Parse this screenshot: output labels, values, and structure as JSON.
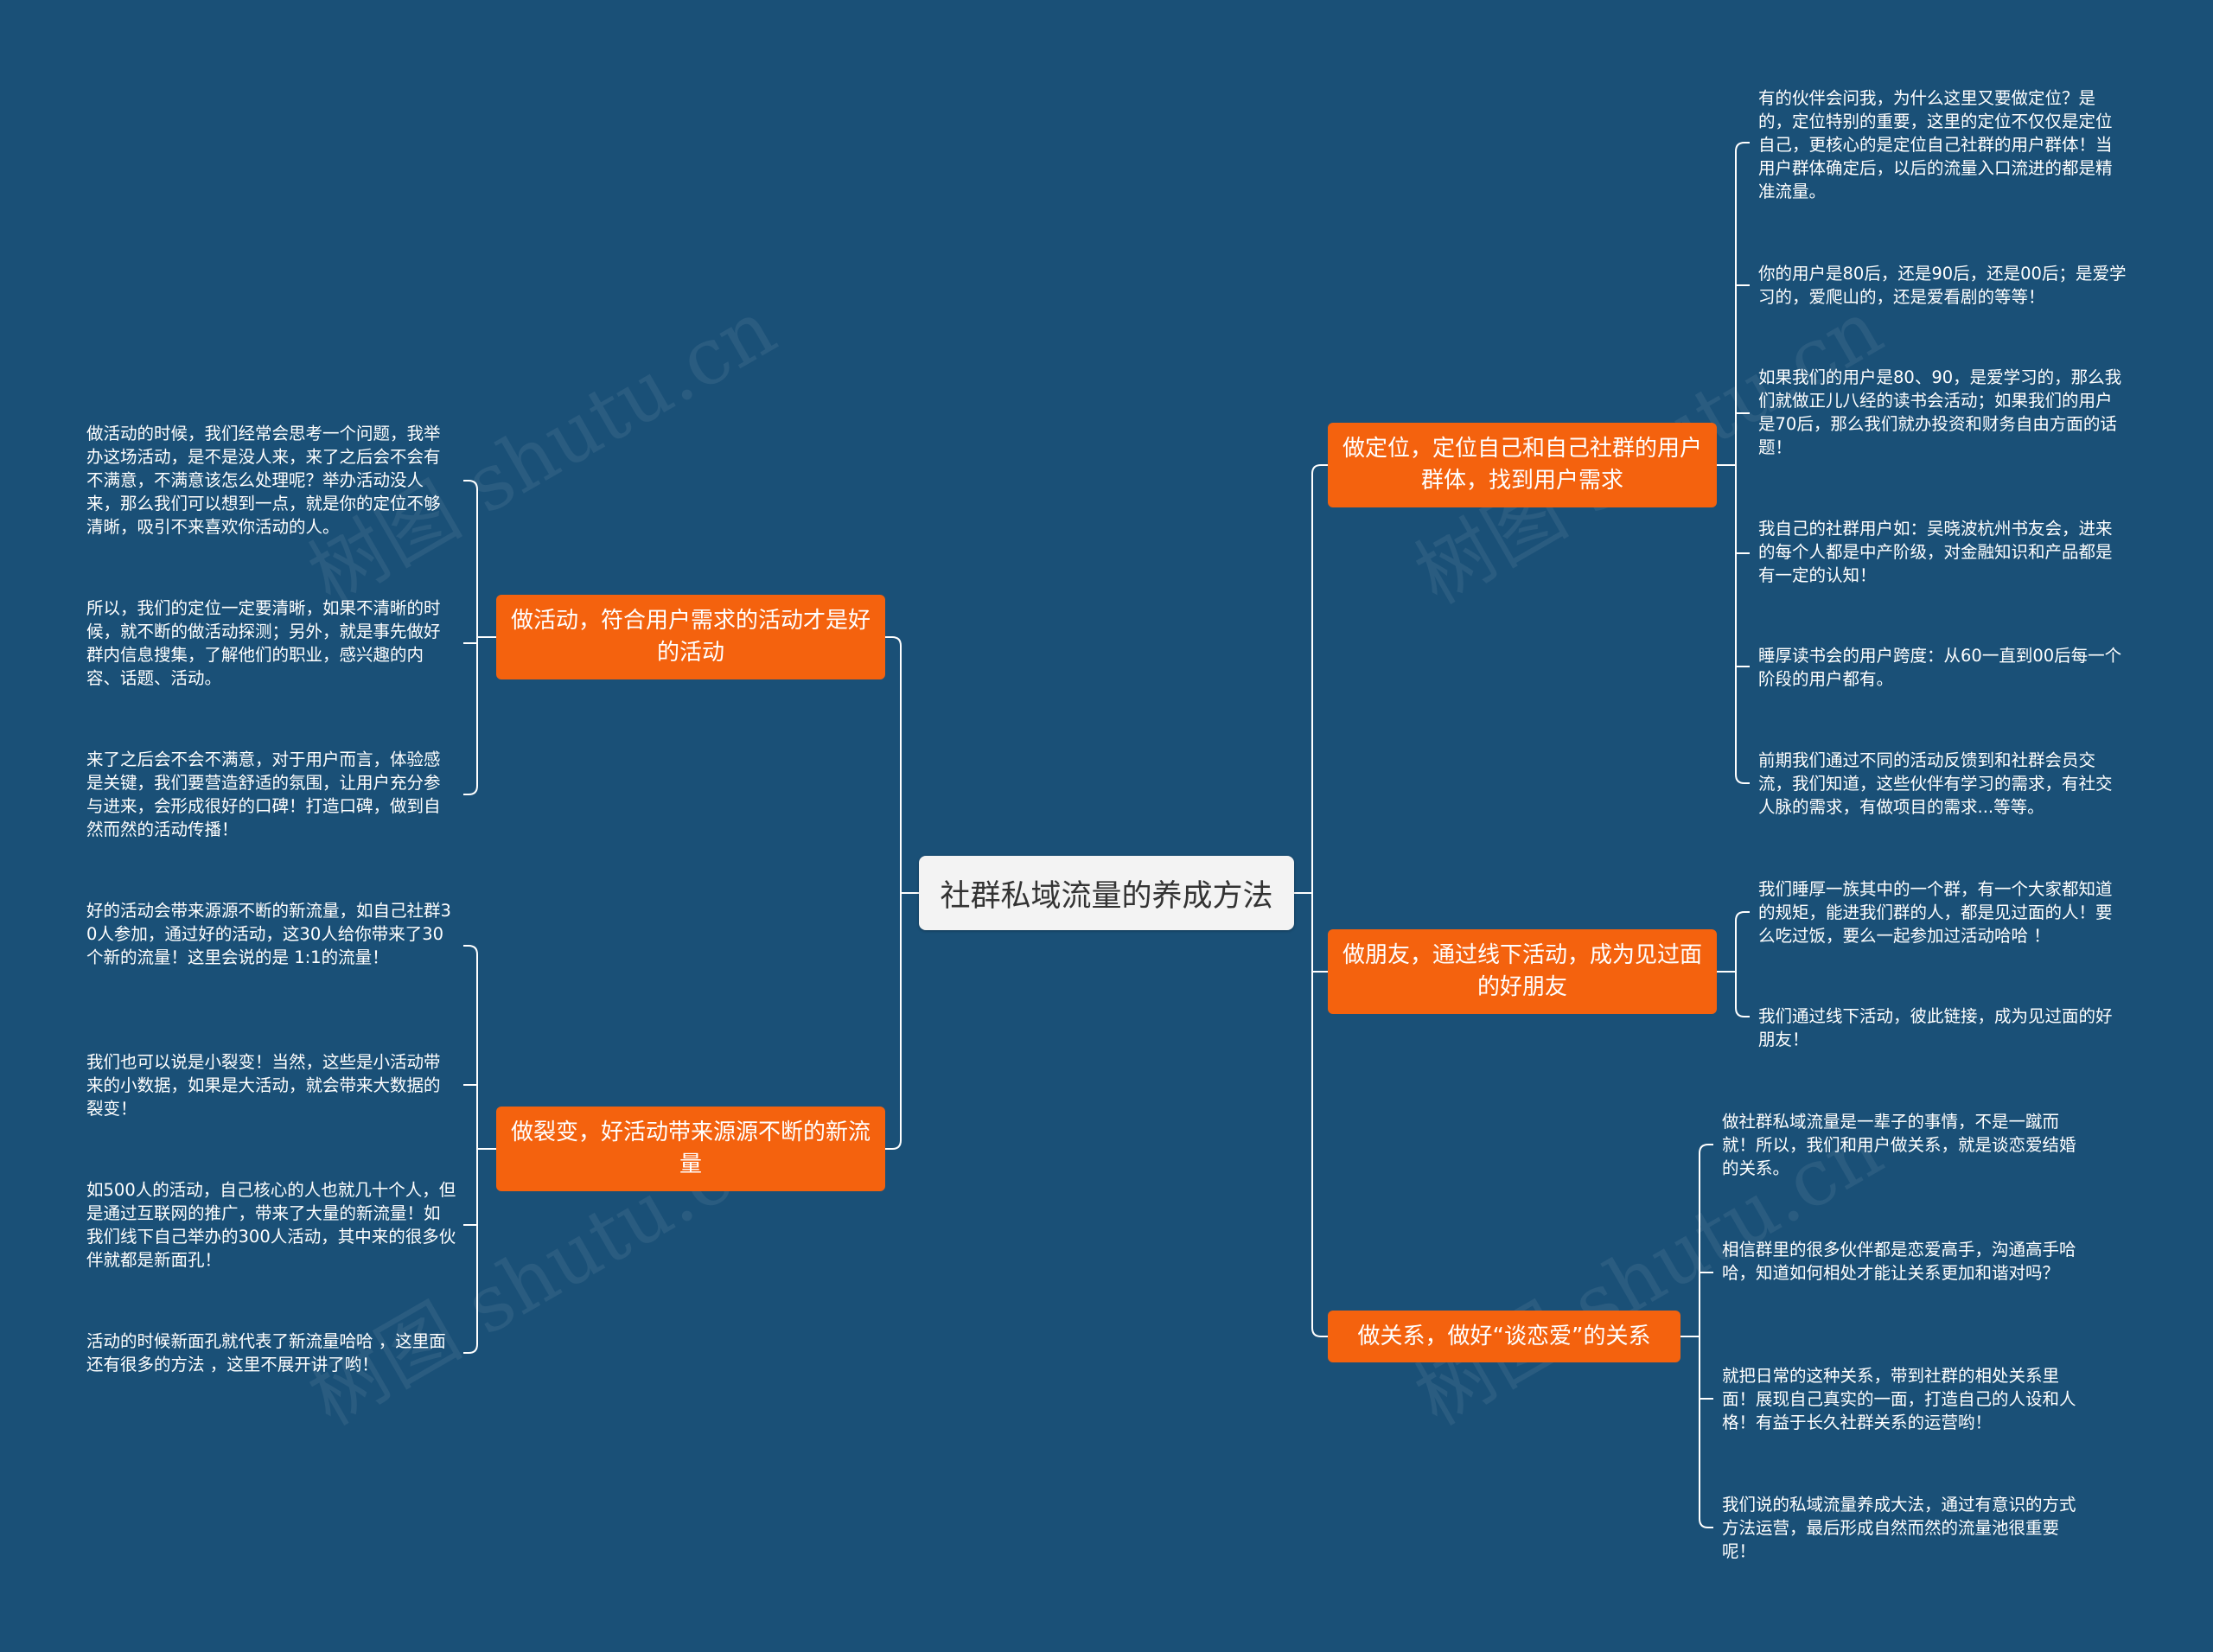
{
  "root": {
    "label": "社群私域流量的养成方法"
  },
  "watermark": "树图 shutu.cn",
  "colors": {
    "background": "#1a5077",
    "branch": "#f4620e",
    "root": "#f3f3f3",
    "line": "#ffffff"
  },
  "left_branches": [
    {
      "label": "做活动，符合用户需求的活动才是好的活动",
      "leaves": [
        "做活动的时候，我们经常会思考一个问题，我举办这场活动，是不是没人来，来了之后会不会有不满意，不满意该怎么处理呢？举办活动没人来，那么我们可以想到一点，就是你的定位不够清晰，吸引不来喜欢你活动的人。",
        "所以，我们的定位一定要清晰，如果不清晰的时候，就不断的做活动探测；另外，就是事先做好群内信息搜集，了解他们的职业，感兴趣的内容、话题、活动。",
        "来了之后会不会不满意，对于用户而言，体验感是关键，我们要营造舒适的氛围，让用户充分参与进来，会形成很好的口碑！打造口碑，做到自然而然的活动传播！"
      ]
    },
    {
      "label": "做裂变，好活动带来源源不断的新流量",
      "leaves": [
        "好的活动会带来源源不断的新流量，如自己社群30人参加，通过好的活动，这30人给你带来了30个新的流量！这里会说的是 1:1的流量！",
        "我们也可以说是小裂变！当然，这些是小活动带来的小数据，如果是大活动，就会带来大数据的裂变！",
        "如500人的活动，自己核心的人也就几十个人，但是通过互联网的推广，带来了大量的新流量！如我们线下自己举办的300人活动，其中来的很多伙伴就都是新面孔！",
        "活动的时候新面孔就代表了新流量哈哈 ，这里面还有很多的方法 ，这里不展开讲了哟！"
      ]
    }
  ],
  "right_branches": [
    {
      "label": "做定位，定位自己和自己社群的用户群体，找到用户需求",
      "leaves": [
        "有的伙伴会问我，为什么这里又要做定位？是的，定位特别的重要，这里的定位不仅仅是定位自己，更核心的是定位自己社群的用户群体！当用户群体确定后，以后的流量入口流进的都是精准流量。",
        "你的用户是80后，还是90后，还是00后；是爱学习的，爱爬山的，还是爱看剧的等等！",
        "如果我们的用户是80、90，是爱学习的，那么我们就做正儿八经的读书会活动；如果我们的用户是70后，那么我们就办投资和财务自由方面的话题！",
        "我自己的社群用户如：吴晓波杭州书友会，进来的每个人都是中产阶级，对金融知识和产品都是有一定的认知！",
        "睡厚读书会的用户跨度：从60一直到00后每一个阶段的用户都有。",
        "前期我们通过不同的活动反馈到和社群会员交流，我们知道，这些伙伴有学习的需求，有社交人脉的需求，有做项目的需求...等等。"
      ]
    },
    {
      "label": "做朋友，通过线下活动，成为见过面的好朋友",
      "leaves": [
        "我们睡厚一族其中的一个群，有一个大家都知道的规矩，能进我们群的人，都是见过面的人！要么吃过饭，要么一起参加过活动哈哈 ！",
        "我们通过线下活动，彼此链接，成为见过面的好朋友！"
      ]
    },
    {
      "label": "做关系，做好“谈恋爱”的关系",
      "leaves": [
        "做社群私域流量是一辈子的事情，不是一蹴而就！所以，我们和用户做关系，就是谈恋爱结婚的关系。",
        "相信群里的很多伙伴都是恋爱高手，沟通高手哈哈，知道如何相处才能让关系更加和谐对吗？",
        "就把日常的这种关系，带到社群的相处关系里面！展现自己真实的一面，打造自己的人设和人格！有益于长久社群关系的运营哟！",
        "我们说的私域流量养成大法，通过有意识的方式方法运营，最后形成自然而然的流量池很重要呢！"
      ]
    }
  ]
}
